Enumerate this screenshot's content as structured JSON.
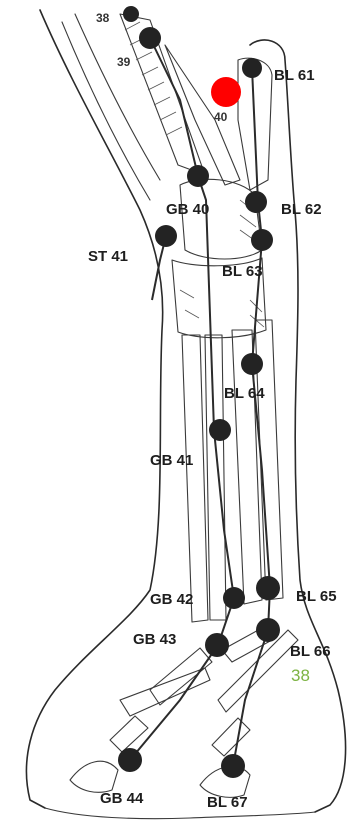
{
  "diagram": {
    "points": [
      {
        "id": "pt-38",
        "label": "38"
      },
      {
        "id": "pt-39",
        "label": "39"
      },
      {
        "id": "pt-40",
        "label": "40"
      },
      {
        "id": "pt-bl61",
        "label": "BL 61"
      },
      {
        "id": "pt-gb40",
        "label": "GB 40"
      },
      {
        "id": "pt-bl62",
        "label": "BL 62"
      },
      {
        "id": "pt-st41",
        "label": "ST 41"
      },
      {
        "id": "pt-bl63",
        "label": "BL 63"
      },
      {
        "id": "pt-bl64",
        "label": "BL 64"
      },
      {
        "id": "pt-gb41",
        "label": "GB 41"
      },
      {
        "id": "pt-gb42",
        "label": "GB 42"
      },
      {
        "id": "pt-bl65",
        "label": "BL 65"
      },
      {
        "id": "pt-gb43",
        "label": "GB 43"
      },
      {
        "id": "pt-bl66",
        "label": "BL 66"
      },
      {
        "id": "pt-gb44",
        "label": "GB 44"
      },
      {
        "id": "pt-bl67",
        "label": "BL 67"
      }
    ],
    "highlight_color": "#ff0000",
    "point_color": "#232323",
    "page_number": "38",
    "page_number_color": "#7cb342"
  }
}
